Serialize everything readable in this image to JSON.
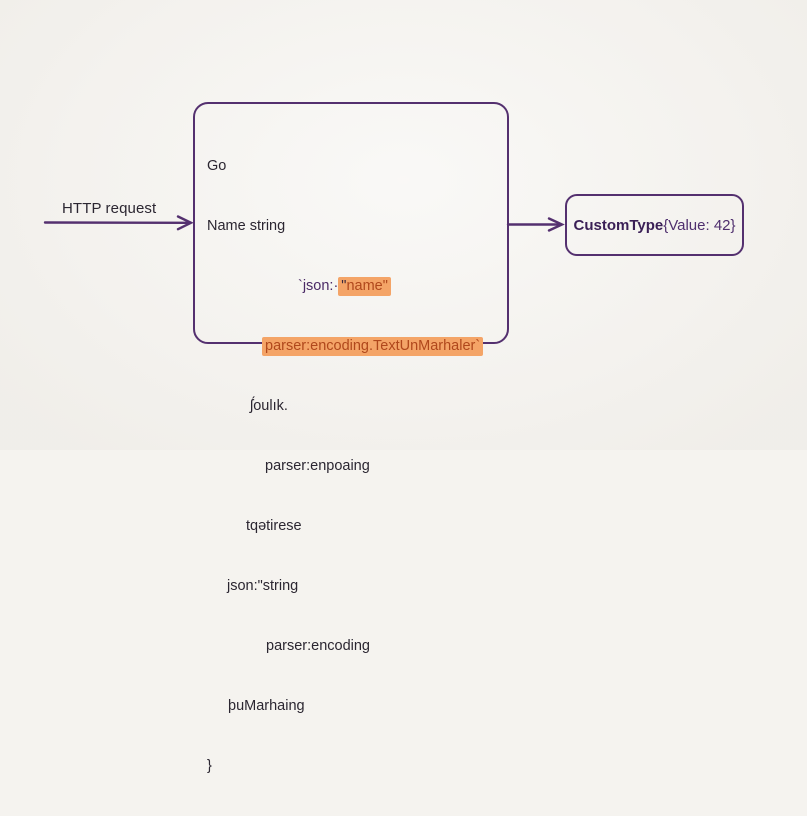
{
  "diagram": {
    "colors": {
      "accent_purple": "#54306f",
      "highlight_bg": "#f4a467",
      "highlight_text": "#b0481c",
      "text_dark": "#2b2631",
      "paper_bg": "#f4f2ee"
    },
    "input": {
      "label": "HTTP request"
    },
    "code_box": {
      "lines": {
        "go": "Go",
        "name_string": "Name string",
        "tag_prefix": "`json:·",
        "tag_quote": "\"",
        "tag_highlight": "name\"",
        "tag_line2": "parser:encoding.TextUnMarhaler`",
        "garbled1": "ʃ́oulık.",
        "parser_enpoaing": "parser:enpoaing",
        "tqetirese": "tqətirese",
        "json_string": "json:\"string",
        "parser_encoding": "parser:encoding",
        "pumarhaing": "þuMarhaing",
        "closing_brace": "}"
      }
    },
    "output_box": {
      "type_name": "CustomType",
      "value_text": "{Value: 42}"
    }
  }
}
